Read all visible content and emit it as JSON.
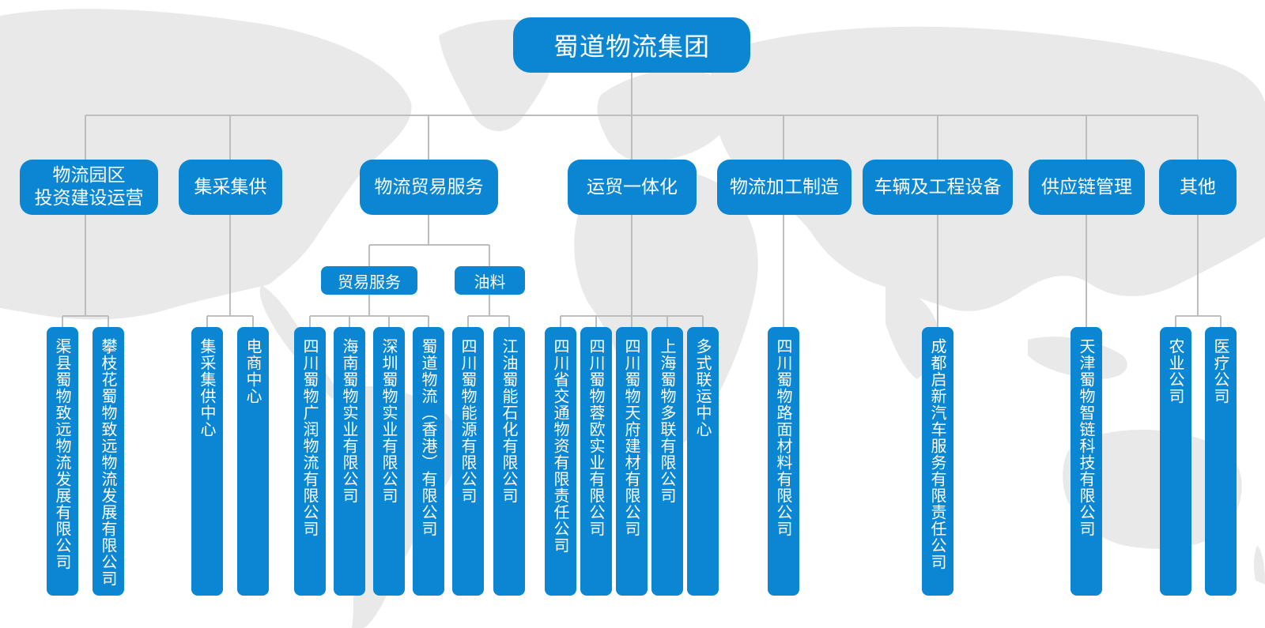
{
  "root": "蜀道物流集团",
  "categories": [
    "物流园区\n投资建设运营",
    "集采集供",
    "物流贸易服务",
    "运贸一体化",
    "物流加工制造",
    "车辆及工程设备",
    "供应链管理",
    "其他"
  ],
  "subcategories": [
    "贸易服务",
    "油料"
  ],
  "companies": [
    "渠县蜀物致远物流发展有限公司",
    "攀枝花蜀物致远物流发展有限公司",
    "集采集供中心",
    "电商中心",
    "四川蜀物广润物流有限公司",
    "海南蜀物实业有限公司",
    "深圳蜀物实业有限公司",
    "蜀道物流（香港）有限公司",
    "四川蜀物能源有限公司",
    "江油蜀能石化有限公司",
    "四川省交通物资有限责任公司",
    "四川蜀物蓉欧实业有限公司",
    "四川蜀物天府建材有限公司",
    "上海蜀物多联有限公司",
    "多式联运中心",
    "四川蜀物路面材料有限公司",
    "成都启新汽车服务有限责任公司",
    "天津蜀物智链科技有限公司",
    "农业公司",
    "医疗公司"
  ],
  "colors": {
    "box": "#0a86d2",
    "connector": "#bdbdbd",
    "map": "#e9e9e9",
    "text": "#ffffff"
  }
}
